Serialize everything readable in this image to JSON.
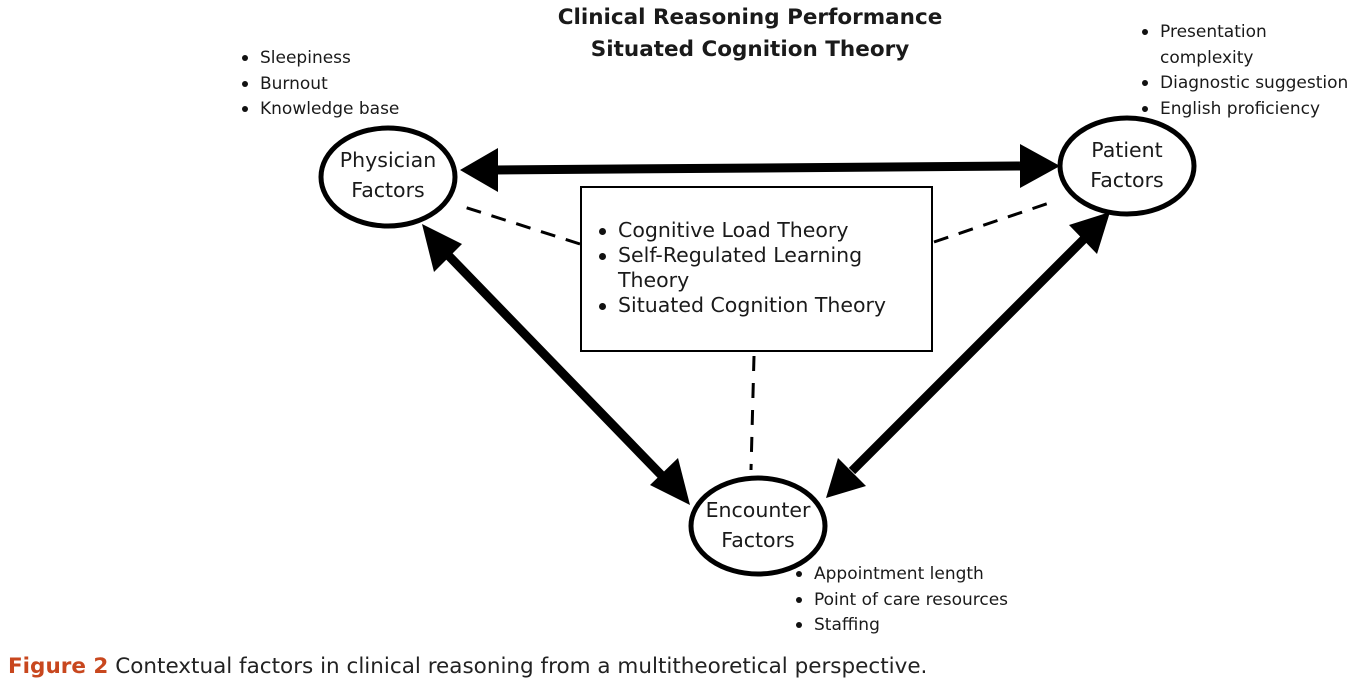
{
  "title": {
    "line1": "Clinical Reasoning Performance",
    "line2": "Situated Cognition Theory"
  },
  "nodes": {
    "physician": {
      "line1": "Physician",
      "line2": "Factors",
      "bullets": [
        "Sleepiness",
        "Burnout",
        "Knowledge base"
      ]
    },
    "patient": {
      "line1": "Patient",
      "line2": "Factors",
      "bullets": [
        "Presentation complexity",
        "Diagnostic suggestion",
        "English proficiency"
      ]
    },
    "encounter": {
      "line1": "Encounter",
      "line2": "Factors",
      "bullets": [
        "Appointment length",
        "Point of care resources",
        "Staffing"
      ]
    }
  },
  "theories": [
    "Cognitive Load Theory",
    "Self-Regulated Learning Theory",
    "Situated Cognition Theory"
  ],
  "caption": {
    "label": "Figure 2",
    "text": " Contextual factors in clinical reasoning from a multitheoretical perspective."
  },
  "colors": {
    "stroke": "#000000",
    "caption_label": "#c8471e"
  }
}
